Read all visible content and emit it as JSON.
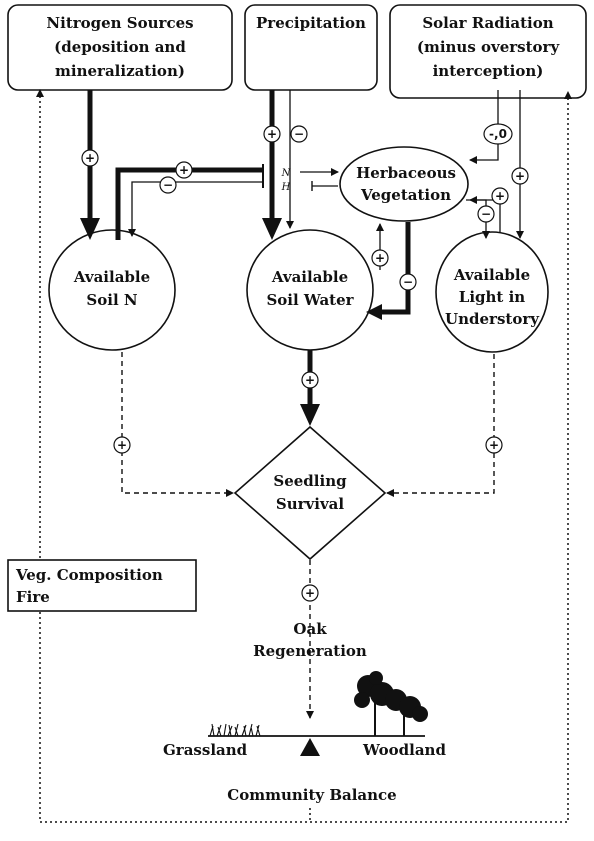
{
  "nodes": {
    "nitrogen_sources": [
      "Nitrogen Sources",
      "(deposition and",
      "mineralization)"
    ],
    "precipitation": [
      "Precipitation"
    ],
    "solar_radiation": [
      "Solar Radiation",
      "(minus overstory",
      "interception)"
    ],
    "herbaceous_vegetation": [
      "Herbaceous",
      "Vegetation"
    ],
    "available_soil_n": [
      "Available",
      "Soil N"
    ],
    "available_soil_water": [
      "Available",
      "Soil Water"
    ],
    "available_light": [
      "Available",
      "Light in",
      "Understory"
    ],
    "seedling_survival": [
      "Seedling",
      "Survival"
    ],
    "veg_composition": [
      "Veg. Composition",
      "Fire"
    ],
    "oak_regeneration": [
      "Oak",
      "Regeneration"
    ],
    "grassland": "Grassland",
    "woodland": "Woodland",
    "community_balance": "Community Balance"
  },
  "signs": {
    "plus": "+",
    "minus": "−",
    "neg_zero": "-,0"
  },
  "inhibit_marks": {
    "n": "N",
    "h": "H"
  }
}
